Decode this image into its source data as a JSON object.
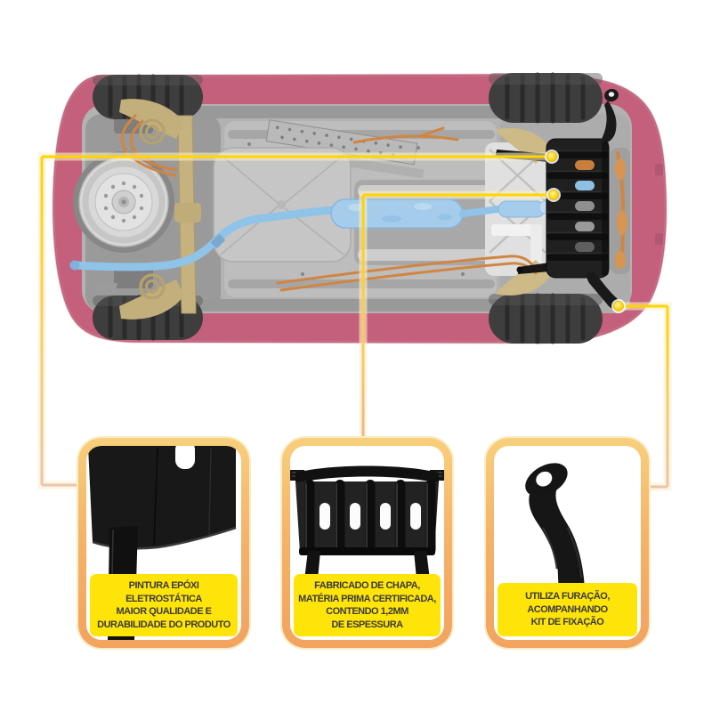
{
  "theme": {
    "background": "#FFFFFF",
    "accent_label_yellow": "#FFE40A",
    "callout_line_yellow": "#FFD400",
    "callout_line_fade": "#EAC4B4",
    "card_border_orange": "#F3A765",
    "card_border_light": "#FAECC6",
    "label_text": "#3C3C3C",
    "car_body_pink": "#C4607B",
    "exhaust_blue": "#8FC3E8",
    "suspension_tan": "#C6B27E",
    "brake_line_orange": "#D08543",
    "skid_plate_black": "#1E1E1E"
  },
  "callouts": [
    {
      "id": "epoxy-paint",
      "label": "PINTURA EPÓXI\nELETROSTÁTICA\nMAIOR QUALIDADE E\nDURABILIDADE DO PRODUTO",
      "image": "skid-plate-closeup"
    },
    {
      "id": "sheet-material",
      "label": "FABRICADO DE CHAPA,\nMATÉRIA PRIMA CERTIFICADA,\nCONTENDO 1,2MM\nDE ESPESSURA",
      "image": "skid-plate-full"
    },
    {
      "id": "fixation-kit",
      "label": "UTILIZA FURAÇÃO,\nACOMPANHANDO\nKIT DE FIXAÇÃO",
      "image": "mounting-bracket"
    }
  ]
}
